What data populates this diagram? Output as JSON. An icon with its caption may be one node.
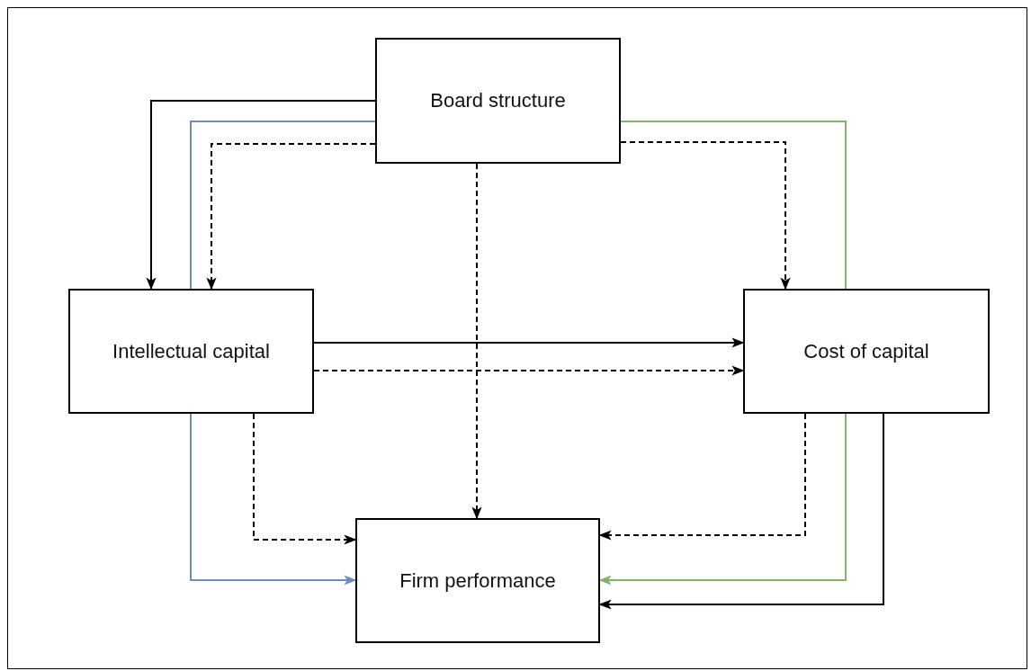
{
  "diagram": {
    "nodes": [
      {
        "text": [
          "Board structure"
        ]
      },
      {
        "text": [
          "Intellectual capital"
        ]
      },
      {
        "text": [
          "Cost of capital"
        ]
      },
      {
        "text": [
          "Firm performance"
        ]
      }
    ],
    "edges": [
      {
        "from": 0,
        "to": 1,
        "arrow": "to"
      },
      {
        "from": 0,
        "to": 1,
        "arrow": "none",
        "color": "#6c8ebf"
      },
      {
        "from": 0,
        "to": 1,
        "arrow": "to",
        "style": "dashed"
      },
      {
        "from": 0,
        "to": 2,
        "arrow": "none",
        "color": "#82b366"
      },
      {
        "from": 0,
        "to": 2,
        "arrow": "to",
        "style": "dashed"
      },
      {
        "from": 0,
        "to": 3,
        "arrow": "to",
        "style": "dashed"
      },
      {
        "from": 1,
        "to": 2,
        "arrow": "to"
      },
      {
        "from": 1,
        "to": 2,
        "arrow": "to",
        "style": "dashed"
      },
      {
        "from": 1,
        "to": 3,
        "arrow": "to",
        "style": "dashed"
      },
      {
        "from": 1,
        "to": 3,
        "arrow": "to",
        "color": "#6c8ebf"
      },
      {
        "from": 2,
        "to": 3,
        "arrow": "to",
        "style": "dashed"
      },
      {
        "from": 2,
        "to": 3,
        "arrow": "to",
        "color": "#82b366"
      },
      {
        "from": 2,
        "to": 3,
        "arrow": "to"
      }
    ]
  }
}
